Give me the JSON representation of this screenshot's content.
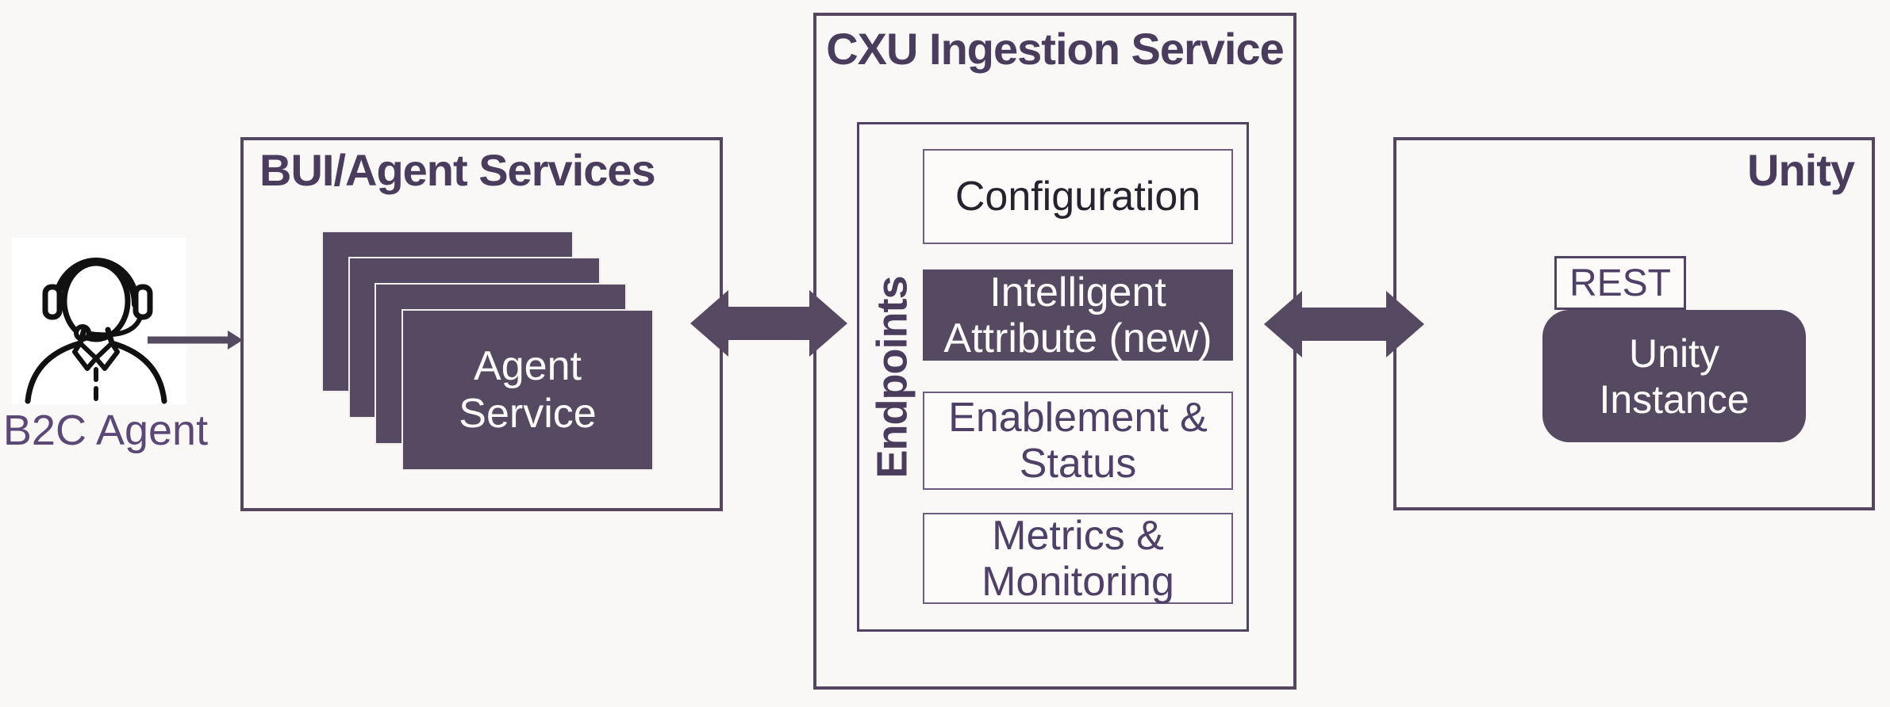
{
  "palette": {
    "background": "#FAF8F6",
    "fill_purple": "#564A63",
    "border_purple": "#54465F",
    "title_text": "#4A3C5C",
    "actor_label_text": "#5B4876",
    "config_text": "#28222E",
    "endpoint_text": "#4E4066",
    "card_text": "#FDFCFB",
    "icon_stroke": "#111111",
    "icon_background": "#FFFFFF"
  },
  "actor": {
    "label": "B2C Agent",
    "icon": "agent-headset-icon"
  },
  "arrows": {
    "b2c_to_bui": {
      "type": "single",
      "direction": "right"
    },
    "bui_to_cxu": {
      "type": "double-headed",
      "direction": "both"
    },
    "cxu_to_unity": {
      "type": "double-headed",
      "direction": "both"
    }
  },
  "bui": {
    "title": "BUI/Agent Services",
    "stack_count": 4,
    "card": {
      "line1": "Agent",
      "line2": "Service"
    }
  },
  "cxu": {
    "title": "CXU Ingestion Service",
    "endpoints_label": "Endpoints",
    "items": [
      {
        "line1": "Configuration",
        "line2": "",
        "highlighted": false
      },
      {
        "line1": "Intelligent",
        "line2": "Attribute (new)",
        "highlighted": true
      },
      {
        "line1": "Enablement &",
        "line2": "Status",
        "highlighted": false
      },
      {
        "line1": "Metrics &",
        "line2": "Monitoring",
        "highlighted": false
      }
    ]
  },
  "unity": {
    "title": "Unity",
    "rest_label": "REST",
    "instance": {
      "line1": "Unity",
      "line2": "Instance"
    }
  }
}
